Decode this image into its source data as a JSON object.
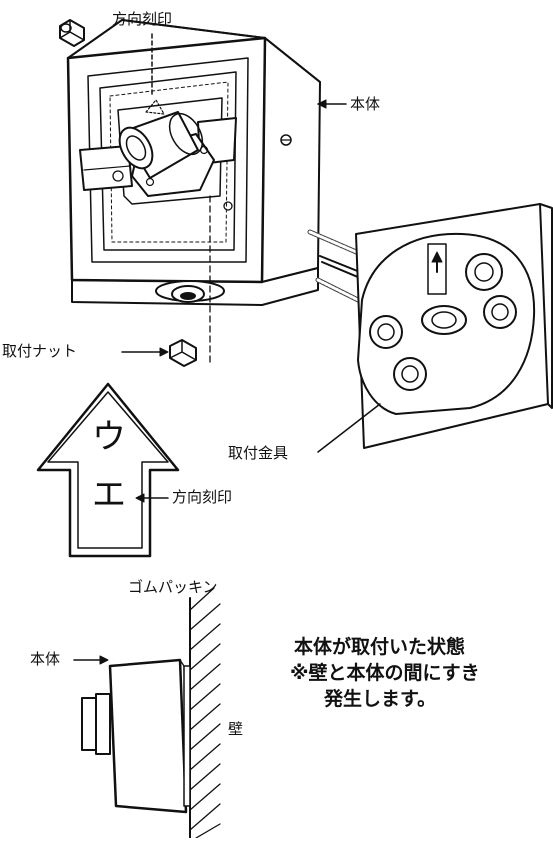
{
  "labels": {
    "direction_mark_top": "方向刻印",
    "body_top": "本体",
    "mounting_nut": "取付ナット",
    "mounting_bracket": "取付金具",
    "direction_mark_arrow": "方向刻印",
    "arrow_char_1": "ウ",
    "arrow_char_2": "エ",
    "rubber_packing": "ゴムパッキン",
    "body_bottom": "本体",
    "wall": "壁"
  },
  "note": {
    "line1": "本体が取付いた状態",
    "line2": "※壁と本体の間にすき",
    "line3": "発生します。"
  }
}
